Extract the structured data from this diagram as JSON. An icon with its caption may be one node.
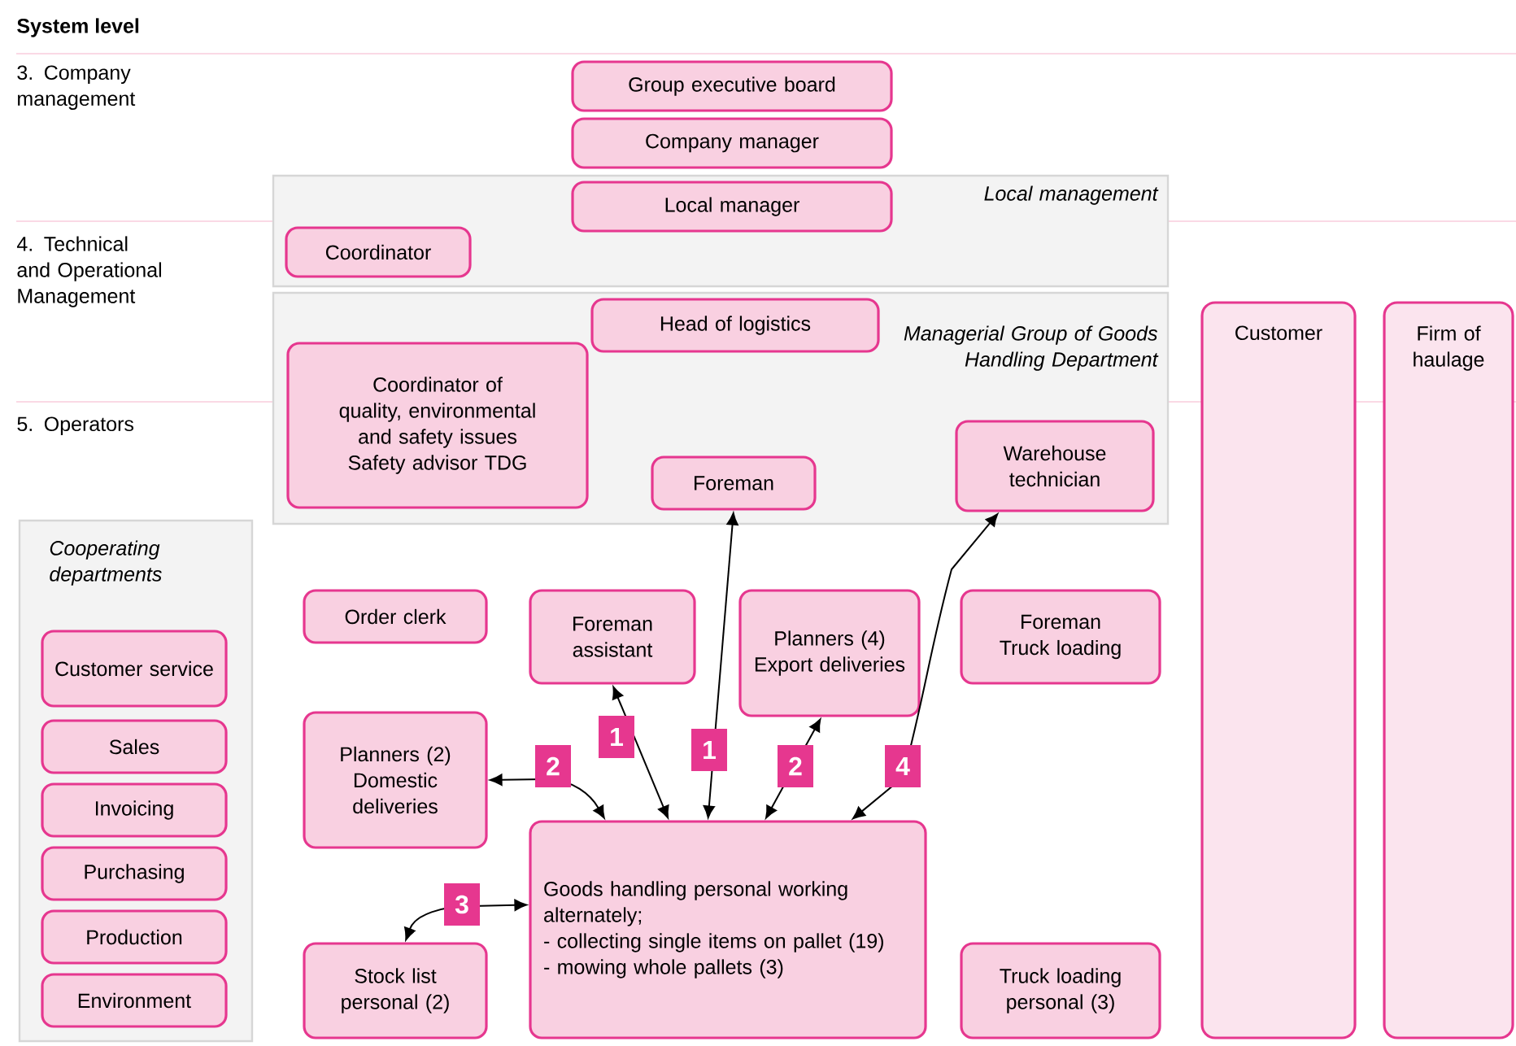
{
  "diagram": {
    "nodes": [
      {
        "text": [
          "Group executive board"
        ]
      },
      {
        "text": [
          "Company manager"
        ]
      },
      {
        "text": [
          "Local management"
        ]
      },
      {
        "text": [
          "Local manager"
        ],
        "in": 2
      },
      {
        "text": [
          "Coordinator"
        ],
        "in": 2
      },
      {
        "text": [
          "Managerial Group of Goods Handling Department"
        ]
      },
      {
        "text": [
          "Head of logistics"
        ],
        "in": 5
      },
      {
        "text": [
          "Coordinator of quality, environmental and safety issues",
          "Safety advisor TDG"
        ],
        "in": 5
      },
      {
        "text": [
          "Foreman"
        ],
        "in": 5
      },
      {
        "text": [
          "Warehouse technician"
        ],
        "in": 5
      },
      {
        "text": [
          "Customer"
        ]
      },
      {
        "text": [
          "Firm of haulage"
        ]
      },
      {
        "text": [
          "Cooperating departments"
        ]
      },
      {
        "text": [
          "Customer service"
        ],
        "in": 12
      },
      {
        "text": [
          "Sales"
        ],
        "in": 12
      },
      {
        "text": [
          "Invoicing"
        ],
        "in": 12
      },
      {
        "text": [
          "Purchasing"
        ],
        "in": 12
      },
      {
        "text": [
          "Production"
        ],
        "in": 12
      },
      {
        "text": [
          "Environment"
        ],
        "in": 12
      },
      {
        "text": [
          "Order clerk"
        ]
      },
      {
        "text": [
          "Foreman assistant"
        ]
      },
      {
        "text": [
          "Planners (4) Export deliveries"
        ]
      },
      {
        "text": [
          "Foreman Truck loading"
        ]
      },
      {
        "text": [
          "Planners (2) Domestic deliveries"
        ]
      },
      {
        "text": [
          "Goods handling personal working alternately;",
          "- collecting single items on pallet (19)",
          "- mowing whole pallets (3)"
        ]
      },
      {
        "text": [
          "Stock list personal (2)"
        ]
      },
      {
        "text": [
          "Truck loading personal (3)"
        ]
      }
    ],
    "edges": [
      {
        "from": 24,
        "to": 20,
        "arrow": "both",
        "label": "1"
      },
      {
        "from": 24,
        "to": 8,
        "arrow": "both",
        "label": "1"
      },
      {
        "from": 24,
        "to": 23,
        "arrow": "both",
        "label": "2"
      },
      {
        "from": 24,
        "to": 21,
        "arrow": "both",
        "label": "2"
      },
      {
        "from": 24,
        "to": 9,
        "arrow": "both",
        "label": "4"
      },
      {
        "from": 24,
        "to": 25,
        "arrow": "both",
        "label": "3"
      }
    ],
    "labels": [
      "System level",
      "3. Company management",
      "4. Technical and Operational Management",
      "5. Operators"
    ]
  }
}
